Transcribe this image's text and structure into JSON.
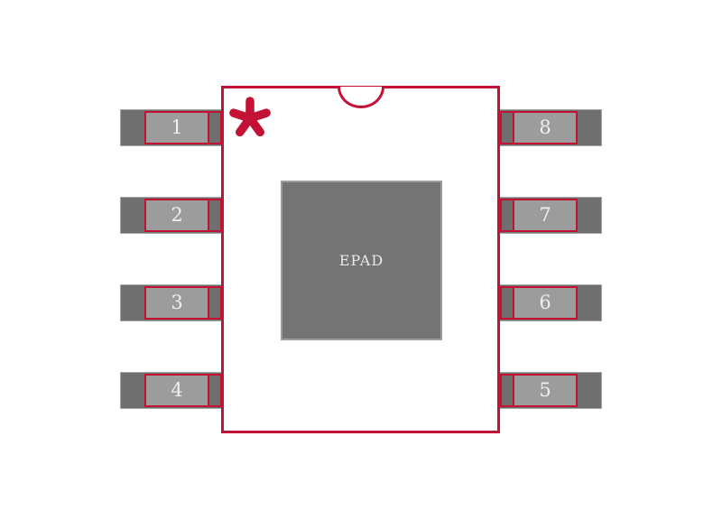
{
  "package": {
    "epad_label": "EPAD",
    "pin1_marker": "*"
  },
  "pins": {
    "left": [
      {
        "number": "1"
      },
      {
        "number": "2"
      },
      {
        "number": "3"
      },
      {
        "number": "4"
      }
    ],
    "right": [
      {
        "number": "8"
      },
      {
        "number": "7"
      },
      {
        "number": "6"
      },
      {
        "number": "5"
      }
    ]
  },
  "colors": {
    "outline_red": "#c41236",
    "pad_dark_gray": "#6f6f6f",
    "pad_light_gray": "#9c9c9c",
    "epad_gray": "#747474",
    "pad_text": "#efefef",
    "background": "#ffffff"
  }
}
